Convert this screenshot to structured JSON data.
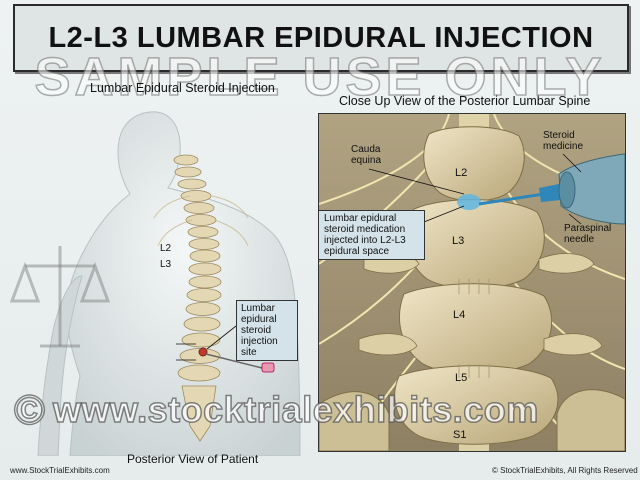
{
  "title": "L2-L3 LUMBAR EPIDURAL INJECTION",
  "watermark_top": "SAMPLE USE ONLY",
  "left_panel": {
    "caption": "Lumbar Epidural Steroid Injection",
    "bottom_caption": "Posterior View of Patient",
    "labels": {
      "l2": "L2",
      "l3": "L3"
    },
    "callout": [
      "Lumbar",
      "epidural",
      "steroid",
      "injection",
      "site"
    ]
  },
  "right_panel": {
    "caption": "Close Up View of the Posterior Lumbar Spine",
    "labels": {
      "cauda_equina": [
        "Cauda",
        "equina"
      ],
      "steroid_medicine": [
        "Steroid",
        "medicine"
      ],
      "paraspinal_needle": [
        "Paraspinal",
        "needle"
      ],
      "l2": "L2",
      "l3": "L3",
      "l4": "L4",
      "l5": "L5",
      "s1": "S1"
    },
    "callout": [
      "Lumbar epidural",
      "steroid medication",
      "injected into L2-L3",
      "epidural space"
    ]
  },
  "url_watermark": {
    "symbol": "©",
    "url": "www.stocktrialexhibits.com"
  },
  "footer": {
    "left": "www.StockTrialExhibits.com",
    "right": "© StockTrialExhibits, All Rights Reserved"
  },
  "colors": {
    "background": "#eaefef",
    "bone": "#e4d8b4",
    "callout_fill": "#d4e3ea",
    "nerve": "#f0e6b0",
    "needle": "#2f86b8"
  }
}
